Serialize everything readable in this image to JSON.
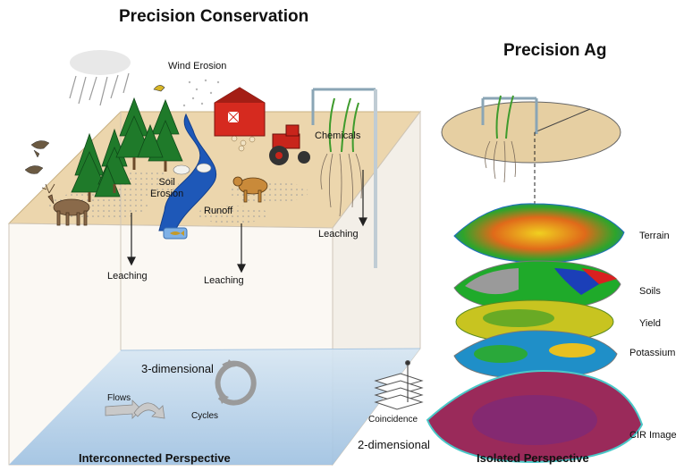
{
  "left": {
    "title": "Precision Conservation",
    "labels": {
      "wind_erosion": "Wind Erosion",
      "chemicals": "Chemicals",
      "soil_erosion_1": "Soil",
      "soil_erosion_2": "Erosion",
      "runoff": "Runoff",
      "leaching_a": "Leaching",
      "leaching_b": "Leaching",
      "leaching_c": "Leaching",
      "three_dim": "3-dimensional",
      "flows": "Flows",
      "cycles": "Cycles"
    },
    "caption": "Interconnected Perspective"
  },
  "right": {
    "title": "Precision Ag",
    "layers": [
      "Terrain",
      "Soils",
      "Yield",
      "Potassium",
      "CIR Image"
    ],
    "coincidence": "Coincidence",
    "two_dim": "2-dimensional",
    "caption": "Isolated Perspective"
  },
  "colors": {
    "ground_top": "#e9d2a8",
    "water": "#b9d3ea",
    "stream": "#1e58b8",
    "barn": "#d62a1f",
    "tractor": "#c8251b",
    "tree": "#1f7a2a"
  }
}
